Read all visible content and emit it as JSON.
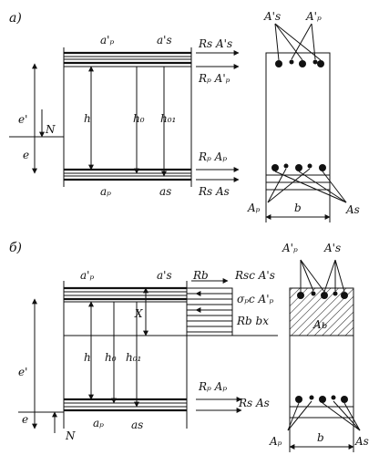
{
  "panel_a": {
    "marker": "а)",
    "a_p_prime": "a'ₚ",
    "a_s_prime": "a's",
    "force_Rs_As_prime": "Rs A's",
    "force_Rp_Ap_prime": "Rₚ A'ₚ",
    "e_prime": "e'",
    "N": "N",
    "e": "e",
    "h": "h",
    "h0": "h₀",
    "h01": "h₀₁",
    "force_Rp_Ap": "Rₚ Aₚ",
    "force_Rs_As": "Rs As",
    "a_p": "aₚ",
    "a_s": "as",
    "section": {
      "As_prime_top": "A's",
      "Ap_prime_top": "A'ₚ",
      "b": "b",
      "Ap_bottom": "Aₚ",
      "As_bottom": "As"
    }
  },
  "panel_b": {
    "marker": "б)",
    "a_p_prime": "a'ₚ",
    "a_s_prime": "a's",
    "Rb": "Rb",
    "force_Rsc_As_prime": "Rsc A's",
    "stress_sigma_pc": "σₚc A'ₚ",
    "force_Rb_bx": "Rb bx",
    "x": "X",
    "e_prime": "e'",
    "h": "h",
    "h0": "h₀",
    "h01": "h₀₁",
    "force_Rp_Ap": "Rₚ Aₚ",
    "force_Rs_As": "Rs As",
    "e": "e",
    "N": "N",
    "a_p": "aₚ",
    "a_s": "as",
    "section": {
      "Ap_prime_top": "A'ₚ",
      "As_prime_top": "A's",
      "Ab": "Aь",
      "b": "b",
      "Ap_bottom": "Aₚ",
      "As_bottom": "As"
    }
  }
}
